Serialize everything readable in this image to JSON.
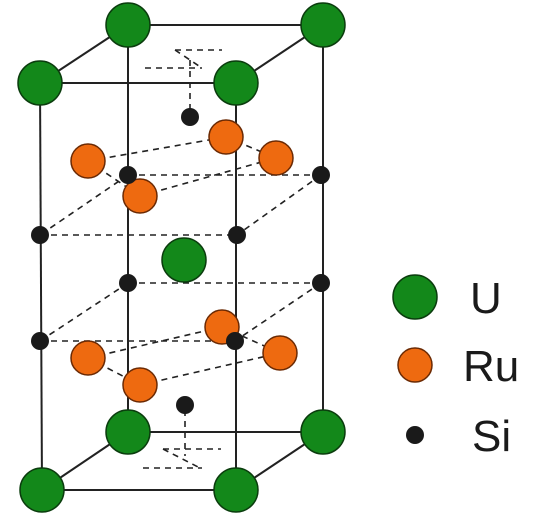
{
  "colors": {
    "uranium": "#13881a",
    "uranium_stroke": "#0b3d0e",
    "ruthenium": "#ee6a10",
    "ruthenium_stroke": "#6b2a04",
    "silicon": "#1a1a1a",
    "line": "#222222"
  },
  "legend": {
    "items": [
      {
        "key": "uranium",
        "label": "U"
      },
      {
        "key": "ruthenium",
        "label": "Ru"
      },
      {
        "key": "silicon",
        "label": "Si"
      }
    ]
  }
}
